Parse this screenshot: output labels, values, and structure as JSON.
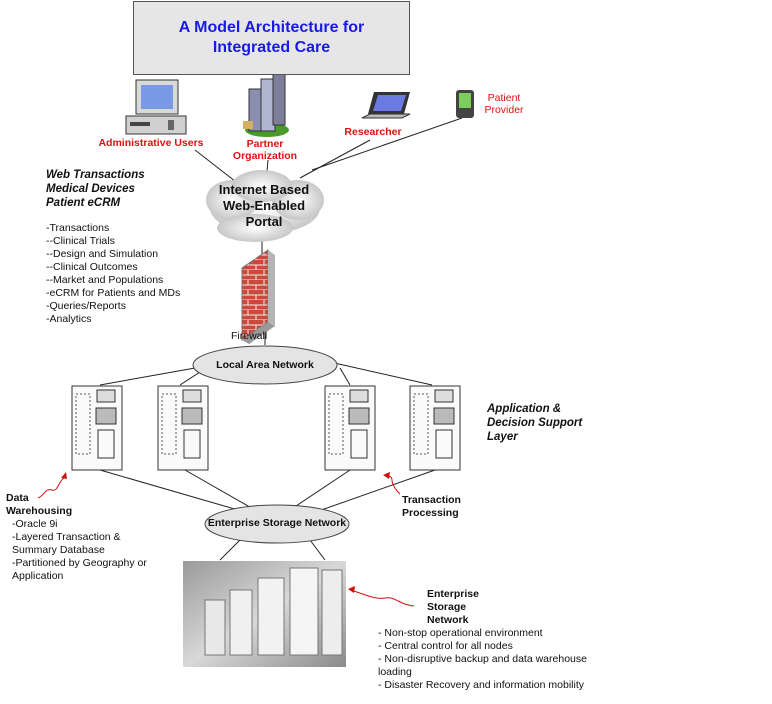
{
  "title": {
    "line1": "A Model Architecture for",
    "line2": "Integrated Care"
  },
  "endpoints": {
    "admin": "Administrative Users",
    "partner_line1": "Partner",
    "partner_line2": "Organization",
    "researcher": "Researcher",
    "patient_line1": "Patient",
    "patient_line2": "Provider"
  },
  "portal": {
    "line1": "Internet Based",
    "line2": "Web-Enabled",
    "line3": "Portal"
  },
  "web_section": {
    "headings": [
      "Web Transactions",
      "Medical Devices",
      "Patient eCRM"
    ],
    "items": [
      "-Transactions",
      "--Clinical Trials",
      "--Design and Simulation",
      "--Clinical Outcomes",
      "--Market and Populations",
      "-eCRM for Patients and MDs",
      "-Queries/Reports",
      "-Analytics"
    ]
  },
  "firewall_label": "Firewall",
  "lan_label": "Local Area Network",
  "app_layer": {
    "line1": "Application &",
    "line2": "Decision Support",
    "line3": "Layer"
  },
  "esn_label": "Enterprise Storage Network",
  "data_warehousing": {
    "title_line1": "Data",
    "title_line2": "Warehousing",
    "items": [
      "-Oracle 9i",
      "-Layered Transaction &",
      "Summary Database",
      "-Partitioned by Geography or",
      "Application"
    ]
  },
  "transaction": {
    "line1": "Transaction",
    "line2": "Processing"
  },
  "enterprise_storage": {
    "title_lines": [
      "Enterprise",
      "Storage",
      "Network"
    ],
    "items": [
      "- Non-stop operational environment",
      "- Central control for all nodes",
      "- Non-disruptive backup and data warehouse",
      "loading",
      "- Disaster Recovery and information mobility"
    ]
  },
  "colors": {
    "title_text": "#1a1ae6",
    "label_red": "#e01010",
    "title_bg": "#e6e6e6",
    "ellipse_fill": "#e4e4e4",
    "brick": "#c84a3a"
  }
}
